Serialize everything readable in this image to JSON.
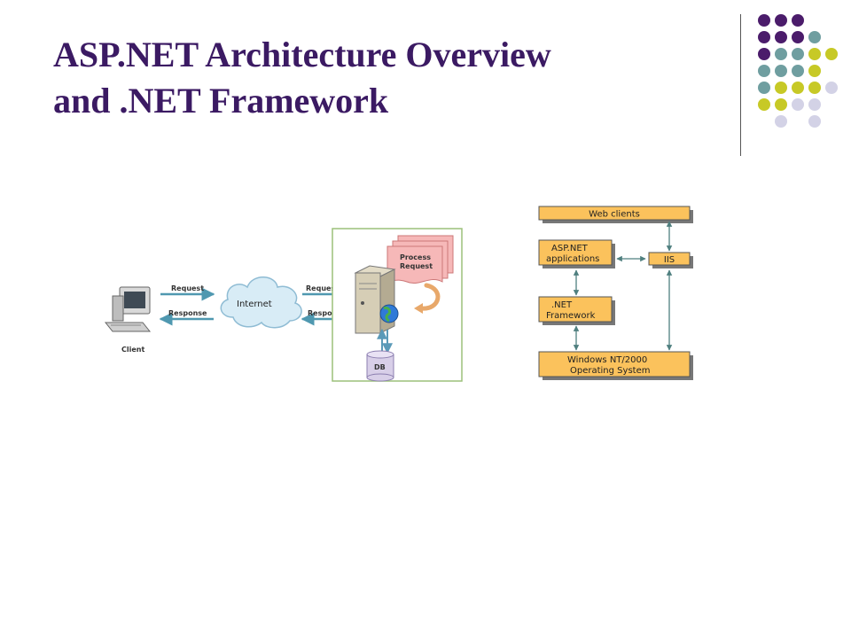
{
  "slide": {
    "title_line1": "ASP.NET Architecture Overview",
    "title_line2": "and .NET Framework"
  },
  "left_diagram": {
    "client": "Client",
    "internet": "Internet",
    "request_1": "Request",
    "response_1": "Response",
    "request_2": "Request",
    "response_2": "Response",
    "process_line1": "Process",
    "process_line2": "Request",
    "db": "DB"
  },
  "right_diagram": {
    "web_clients": "Web clients",
    "aspnet_line1": "ASP.NET",
    "aspnet_line2": "applications",
    "iis": "IIS",
    "dotnet_line1": ".NET",
    "dotnet_line2": "Framework",
    "os_line1": "Windows NT/2000",
    "os_line2": "Operating System"
  },
  "colors": {
    "title": "#3b1a63",
    "box_fill": "#fbc25c",
    "arrow_teal": "#4f98b0",
    "panel_border": "#9cc17a",
    "doc_pink": "#f6b8b8",
    "db_purple": "#d8cfe8"
  }
}
